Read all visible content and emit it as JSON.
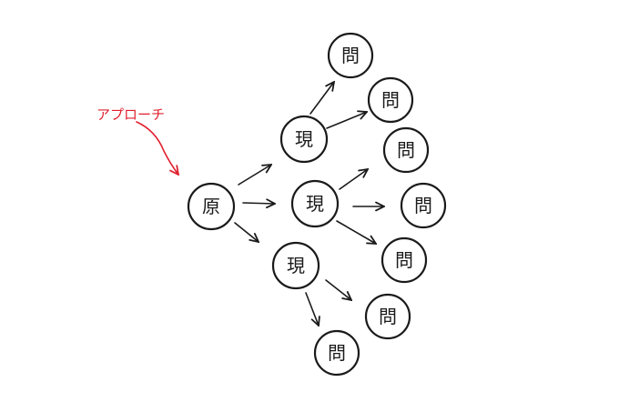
{
  "colors": {
    "ink": "#1a1a1a",
    "annotation": "#e0202e",
    "background": "#ffffff"
  },
  "annotation": {
    "label": "アプローチ"
  },
  "nodes": {
    "origin": {
      "label": "原"
    },
    "current_top": {
      "label": "現"
    },
    "current_mid": {
      "label": "現"
    },
    "current_bottom": {
      "label": "現"
    },
    "problem_1": {
      "label": "問"
    },
    "problem_2": {
      "label": "問"
    },
    "problem_3": {
      "label": "問"
    },
    "problem_4": {
      "label": "問"
    },
    "problem_5": {
      "label": "問"
    },
    "problem_6": {
      "label": "問"
    },
    "problem_7": {
      "label": "問"
    }
  }
}
